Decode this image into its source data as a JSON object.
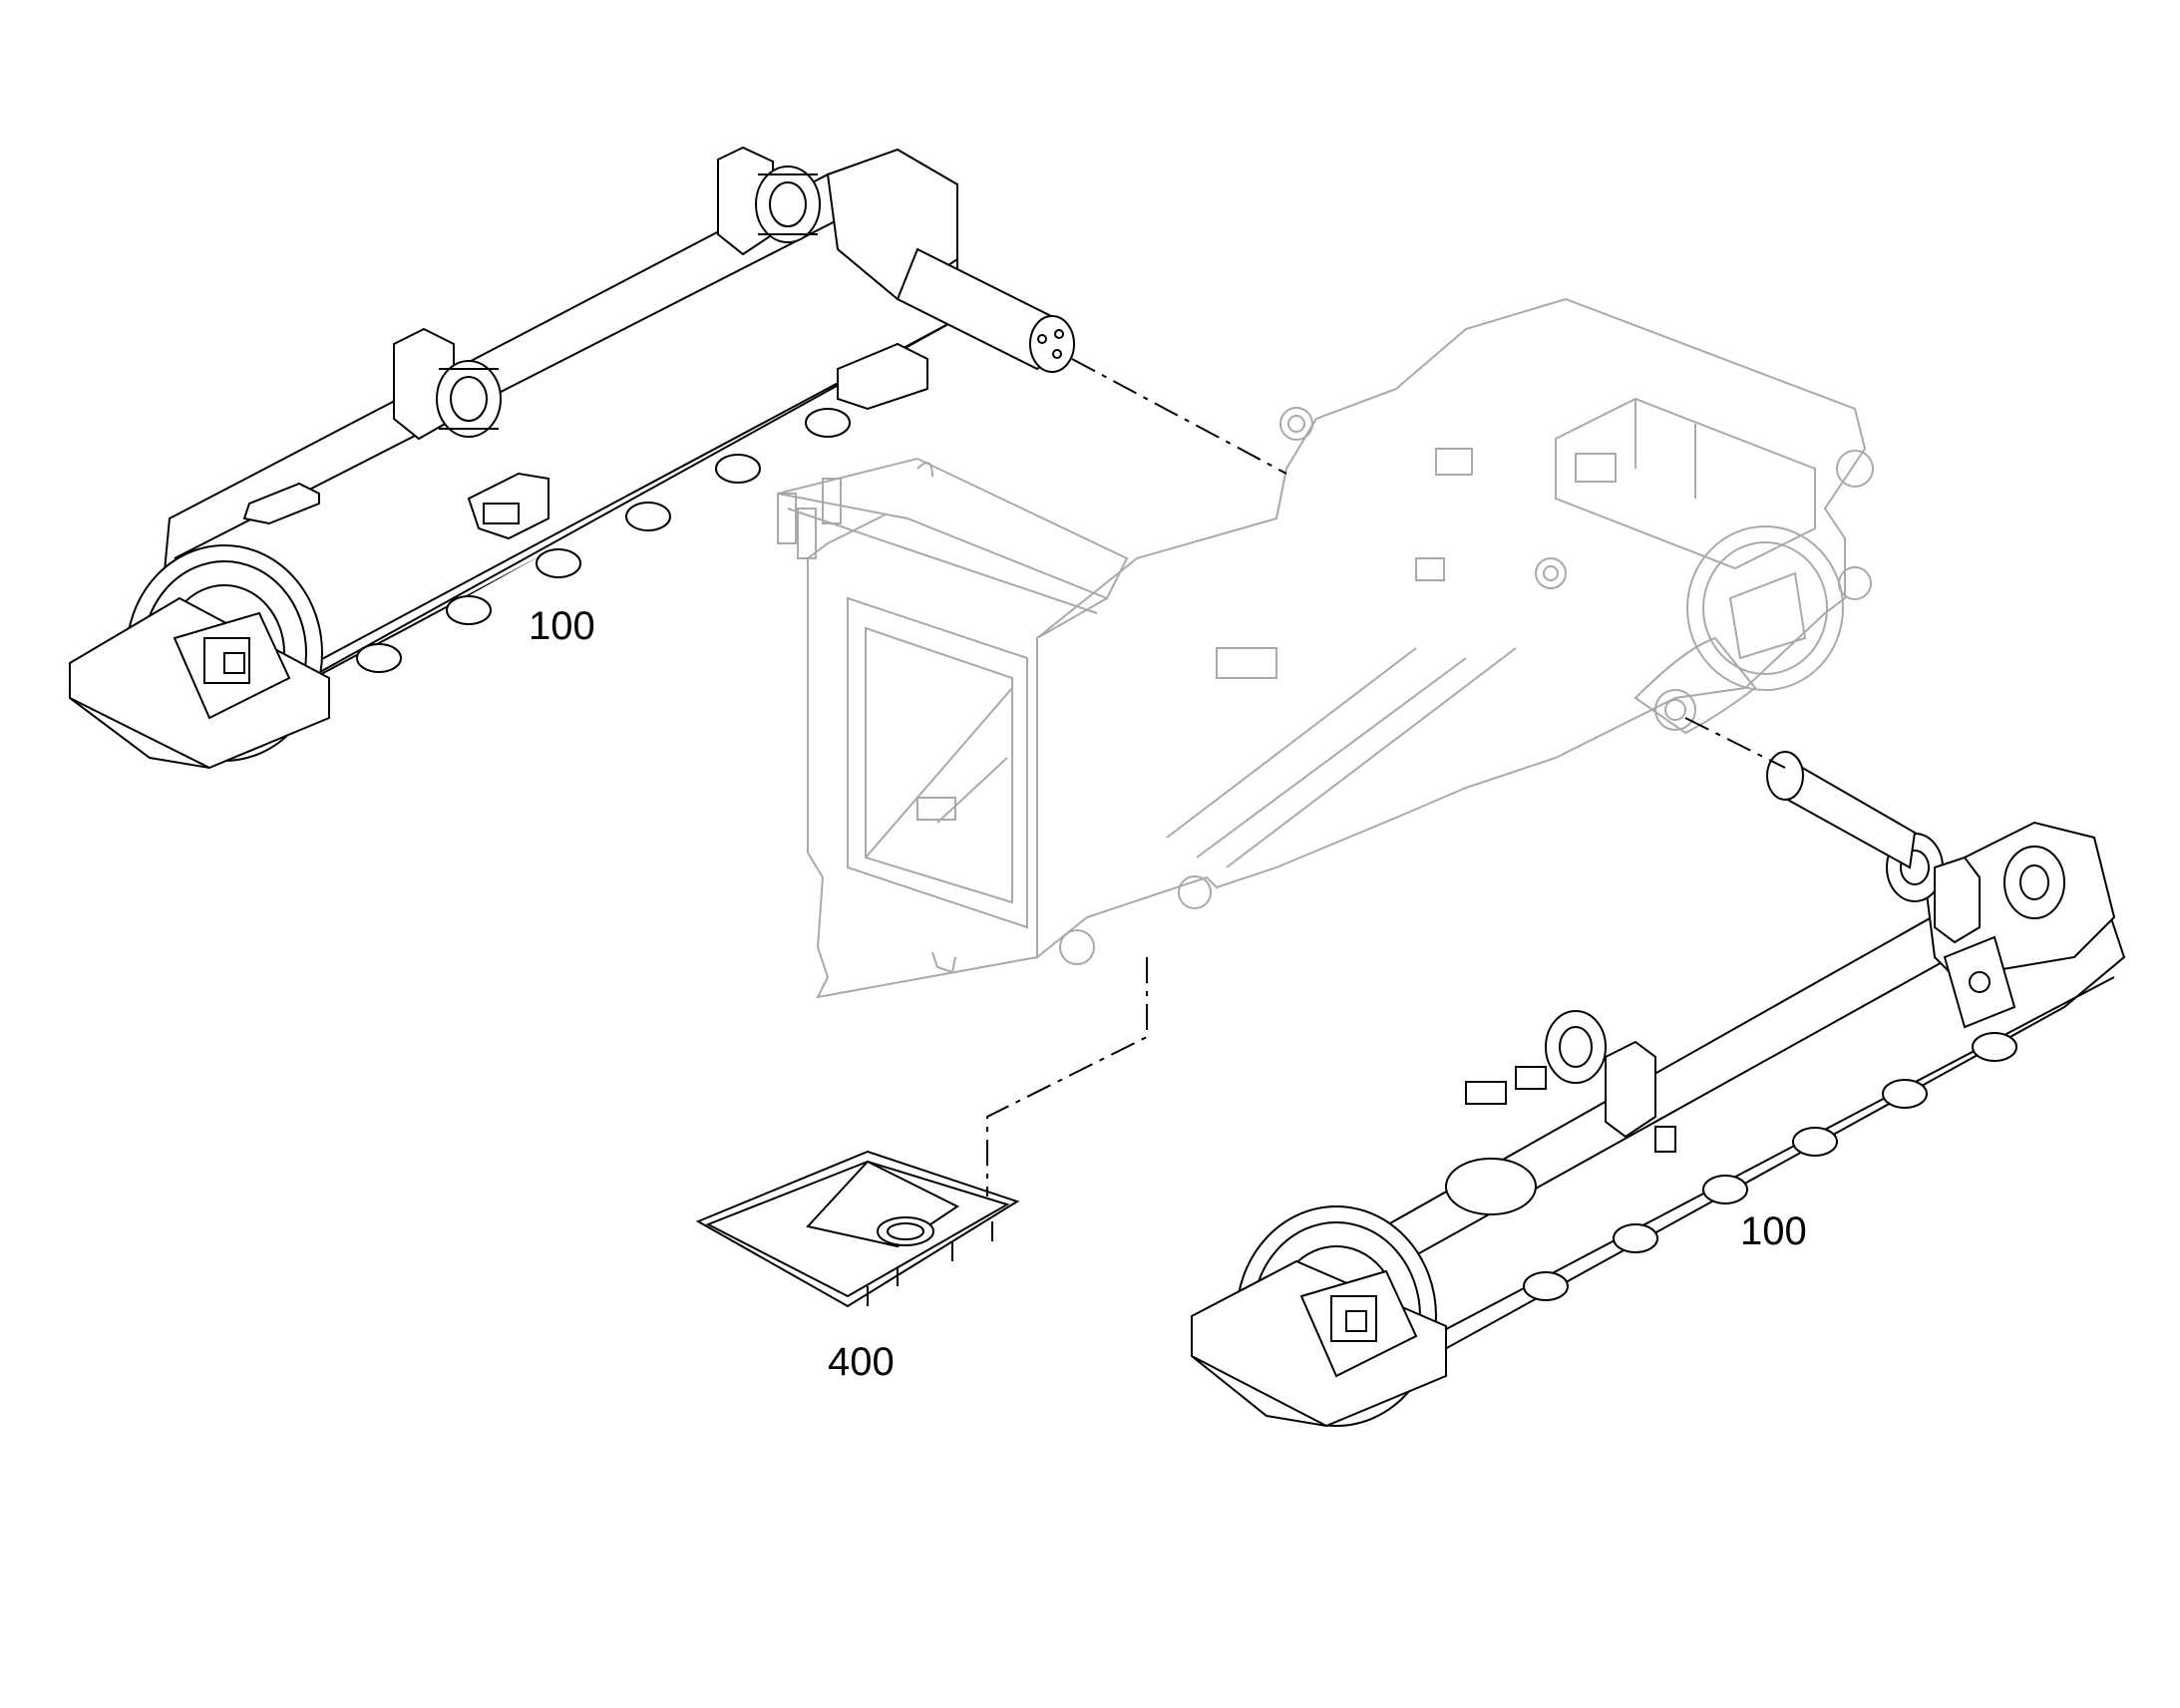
{
  "callouts": {
    "left_track_frame": "100",
    "right_track_frame": "100",
    "center_plate": "400"
  },
  "colors": {
    "part_stroke": "#000000",
    "frame_stroke": "#a9a9a9",
    "background": "#ffffff"
  }
}
